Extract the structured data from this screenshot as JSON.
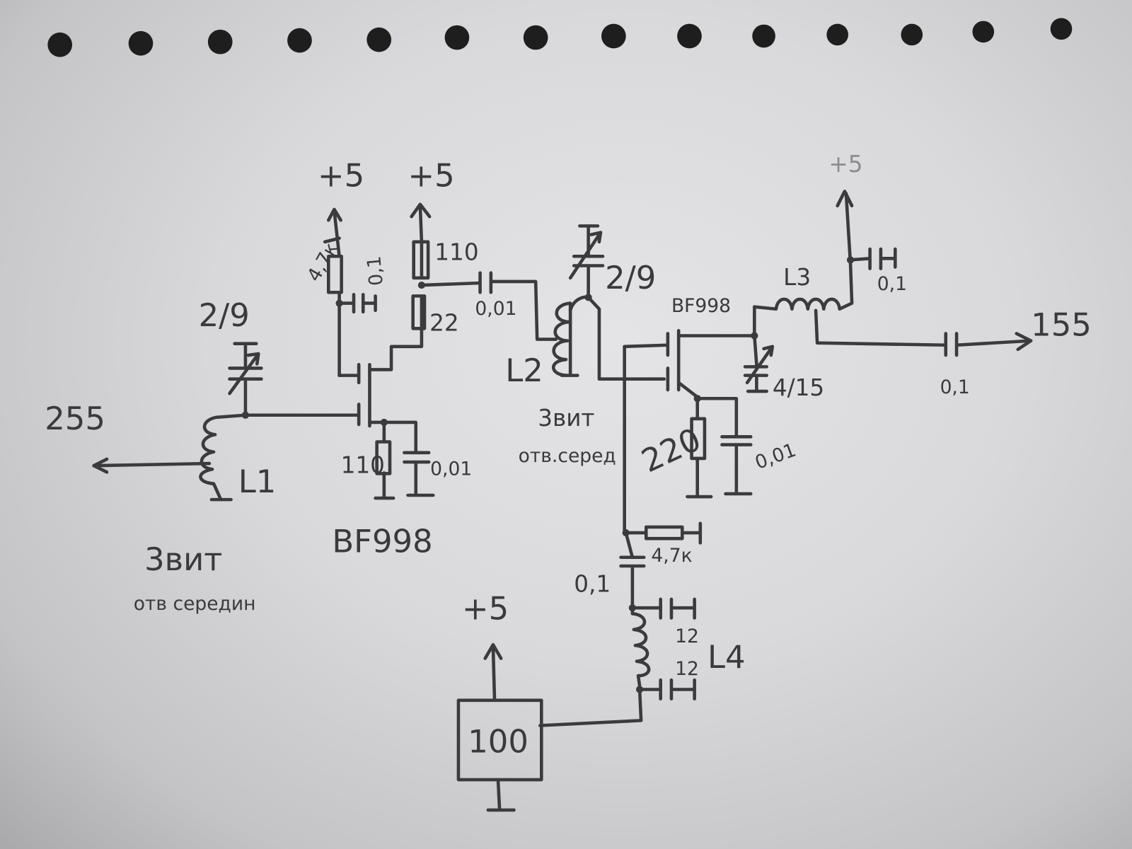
{
  "colors": {
    "paper": "#dadadd",
    "ink": "#3b3b3d",
    "holes": "#1e1e1f"
  },
  "labels": {
    "supply_1": "+5",
    "supply_2": "+5",
    "supply_3": "+5",
    "supply_4": "+5",
    "r_g2_bias": "4,7к",
    "c_g2_bypass": "0,1",
    "r_drain_1": "110",
    "r_drain_2": "22",
    "c_coupling_1": "0,01",
    "varicap_1": "2/9",
    "input_freq": "255",
    "coil_1": "L1",
    "r_source_1": "110",
    "c_source_1": "0,01",
    "transistor_1": "BF998",
    "coil_1_note_1": "3вит",
    "coil_1_note_2": "отв середин",
    "varicap_2": "2/9",
    "coil_2": "L2",
    "coil_2_note_1": "3вит",
    "coil_2_note_2": "отв.серед",
    "transistor_2": "BF998",
    "coil_3": "L3",
    "c_supply_bypass": "0,1",
    "output_freq": "155",
    "c_output": "0,1",
    "varicap_3": "4/15",
    "r_source_2": "220",
    "c_source_2": "0,01",
    "r_g2_2": "4,7к",
    "c_coupling_2": "0,1",
    "c_l4_1": "12",
    "c_l4_2": "12",
    "coil_4": "L4",
    "oscillator": "100"
  }
}
